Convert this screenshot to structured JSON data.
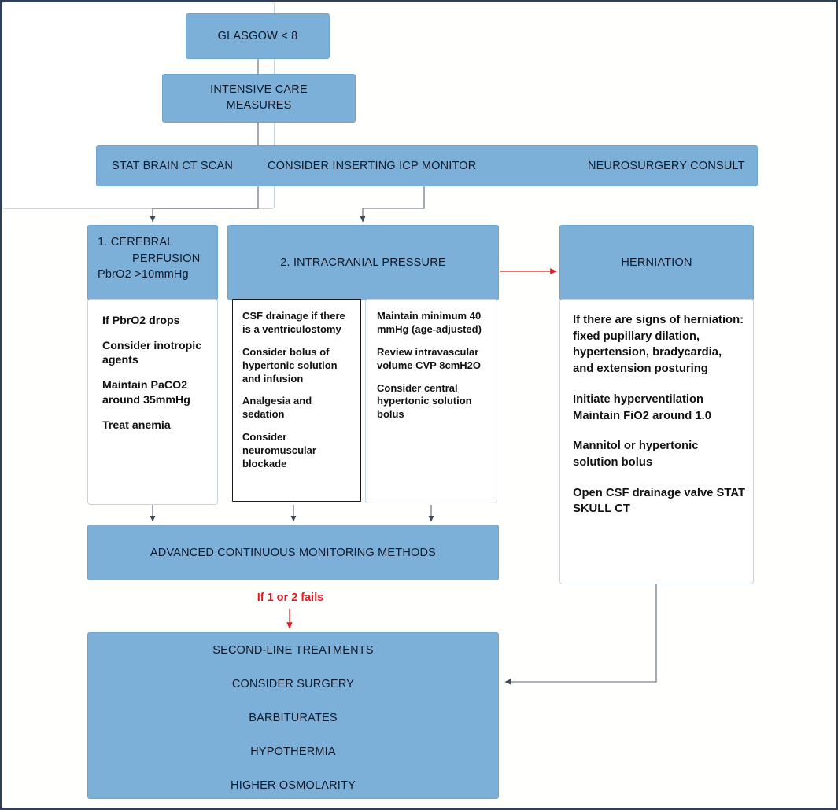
{
  "diagram": {
    "title": "Severe traumatic brain injury management flowchart",
    "colors": {
      "node_blue": "#7cb0d8",
      "frame_border": "#2e3f5c",
      "alert_red": "#e8161d",
      "connector_gray": "#5a6472",
      "text_dark": "#111827"
    }
  },
  "top": {
    "glasgow": "GLASGOW < 8",
    "icu_line1": "INTENSIVE CARE",
    "icu_line2": "MEASURES"
  },
  "triage_bar": {
    "ct_scan": "STAT BRAIN CT SCAN",
    "icp_monitor": "CONSIDER INSERTING ICP MONITOR",
    "neurosurgery": "NEUROSURGERY CONSULT"
  },
  "branch_cerebral": {
    "header": "1.        CEREBRAL\n            PERFUSION\nPbrO2 >10mmHg",
    "header_num": "1.",
    "header_l1": "1.        CEREBRAL",
    "header_l2": "PERFUSION",
    "header_l3": "PbrO2 >10mmHg",
    "items": [
      "If PbrO2 drops",
      "Consider inotropic agents",
      "Maintain PaCO2 around 35mmHg",
      "Treat anemia"
    ]
  },
  "branch_icp": {
    "header": "2. INTRACRANIAL PRESSURE",
    "column_a": [
      "CSF drainage if there is a ventriculostomy",
      "Consider bolus of hypertonic solution and infusion",
      "Analgesia and sedation",
      "Consider neuromuscular blockade"
    ],
    "column_b": [
      "Maintain minimum 40 mmHg (age-adjusted)",
      "Review intravascular volume CVP 8cmH2O",
      "Consider central hypertonic solution bolus"
    ]
  },
  "branch_herniation": {
    "header": "HERNIATION",
    "items": [
      "If there are signs of herniation: fixed pupillary dilation, hypertension, bradycardia, and extension posturing",
      "Initiate hyperventilation Maintain FiO2 around 1.0",
      "Mannitol or hypertonic solution bolus",
      "Open CSF drainage valve STAT SKULL CT"
    ]
  },
  "advanced": {
    "label": "ADVANCED CONTINUOUS MONITORING METHODS"
  },
  "fail_annotation": {
    "label": "If 1 or 2 fails"
  },
  "second_line": {
    "lines": [
      "SECOND-LINE TREATMENTS",
      "CONSIDER SURGERY",
      "BARBITURATES",
      "HYPOTHERMIA",
      "HIGHER OSMOLARITY"
    ]
  }
}
